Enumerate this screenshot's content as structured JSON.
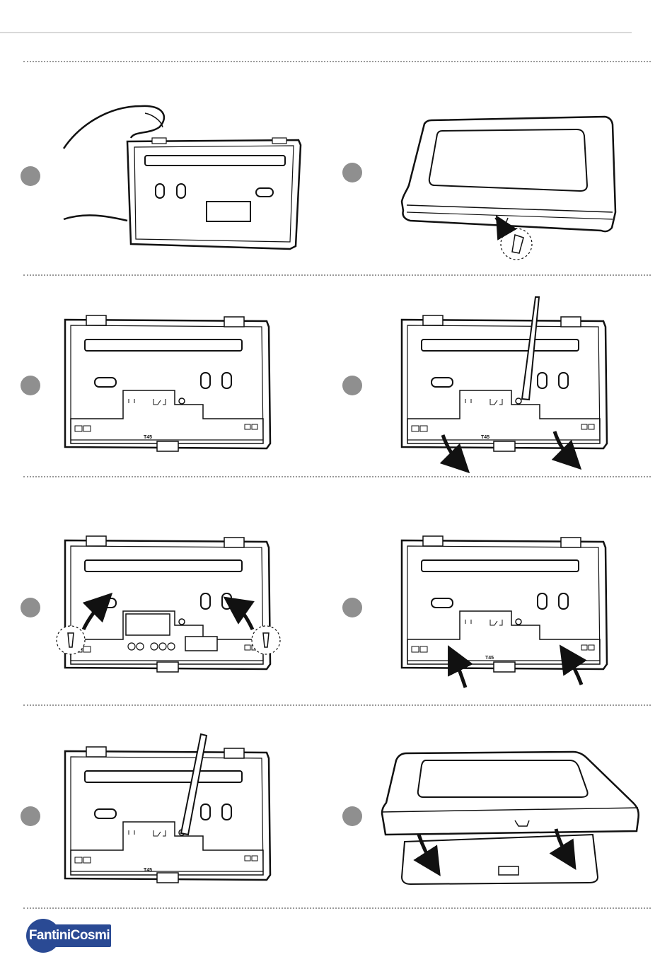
{
  "panels": [
    {
      "id": "remove-backplate",
      "label": ""
    },
    {
      "id": "release-tab",
      "label": ""
    },
    {
      "id": "base-plate",
      "label": "T45"
    },
    {
      "id": "pry-open",
      "label": "T45"
    },
    {
      "id": "screw-mounting",
      "label": ""
    },
    {
      "id": "reattach",
      "label": "T45"
    },
    {
      "id": "tighten",
      "label": "T45"
    },
    {
      "id": "close-cover",
      "label": ""
    }
  ],
  "brand": {
    "name": "FantiniCosmi",
    "color": "#2a4a94"
  },
  "colors": {
    "step_marker": "#8f8f8f",
    "line": "#111111",
    "separator": "#9a9a9a"
  }
}
